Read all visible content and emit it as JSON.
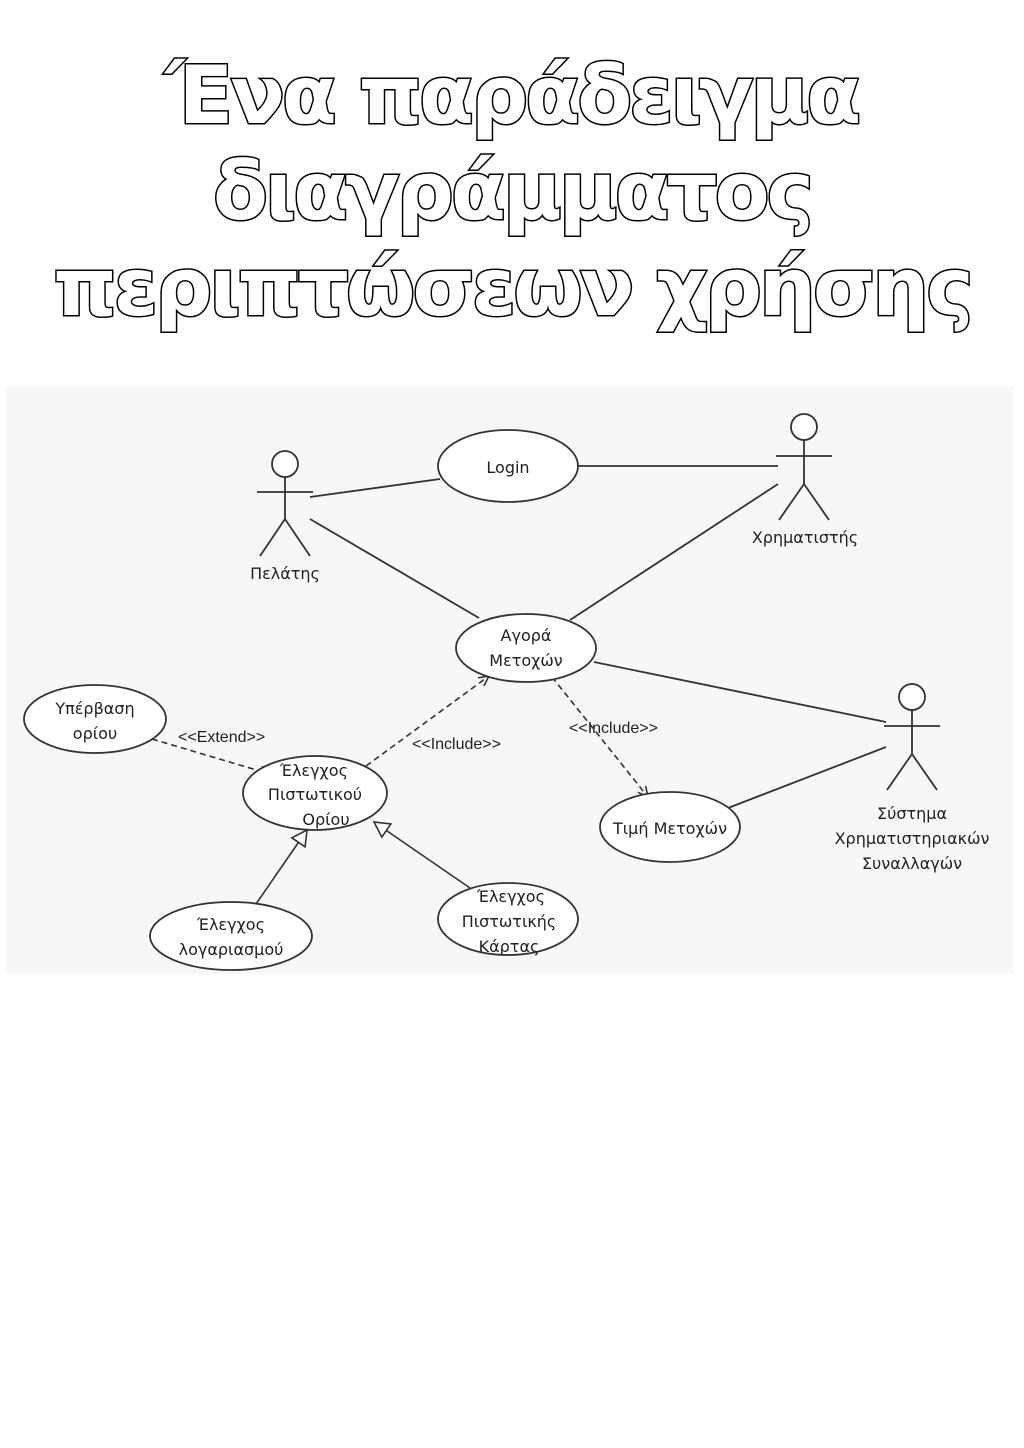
{
  "title": {
    "line1": "Ένα παράδειγμα διαγράμματος",
    "line2": "περιπτώσεων χρήσης"
  },
  "actors": {
    "customer": "Πελάτης",
    "broker": "Χρηματιστής",
    "exchange_line1": "Σύστημα",
    "exchange_line2": "Χρηματιστηριακών",
    "exchange_line3": "Συναλλαγών"
  },
  "use_cases": {
    "login": "Login",
    "buy_line1": "Αγορά",
    "buy_line2": "Μετοχών",
    "overlimit_line1": "Υπέρβαση",
    "overlimit_line2": "ορίου",
    "credit_line1": "Έλεγχος",
    "credit_line2": "Πιστωτικού",
    "credit_line3": "Ορίου",
    "price": "Τιμή Μετοχών",
    "account_line1": "Έλεγχος",
    "account_line2": "λογαριασμού",
    "card_line1": "Έλεγχος",
    "card_line2": "Πιστωτικής",
    "card_line3": "Κάρτας"
  },
  "relations": {
    "extend": "<<Extend>>",
    "include_credit": "<<Include>>",
    "include_price": "<<Include>>"
  },
  "colors": {
    "stroke": "#333333",
    "background": "#f7f7f7"
  }
}
